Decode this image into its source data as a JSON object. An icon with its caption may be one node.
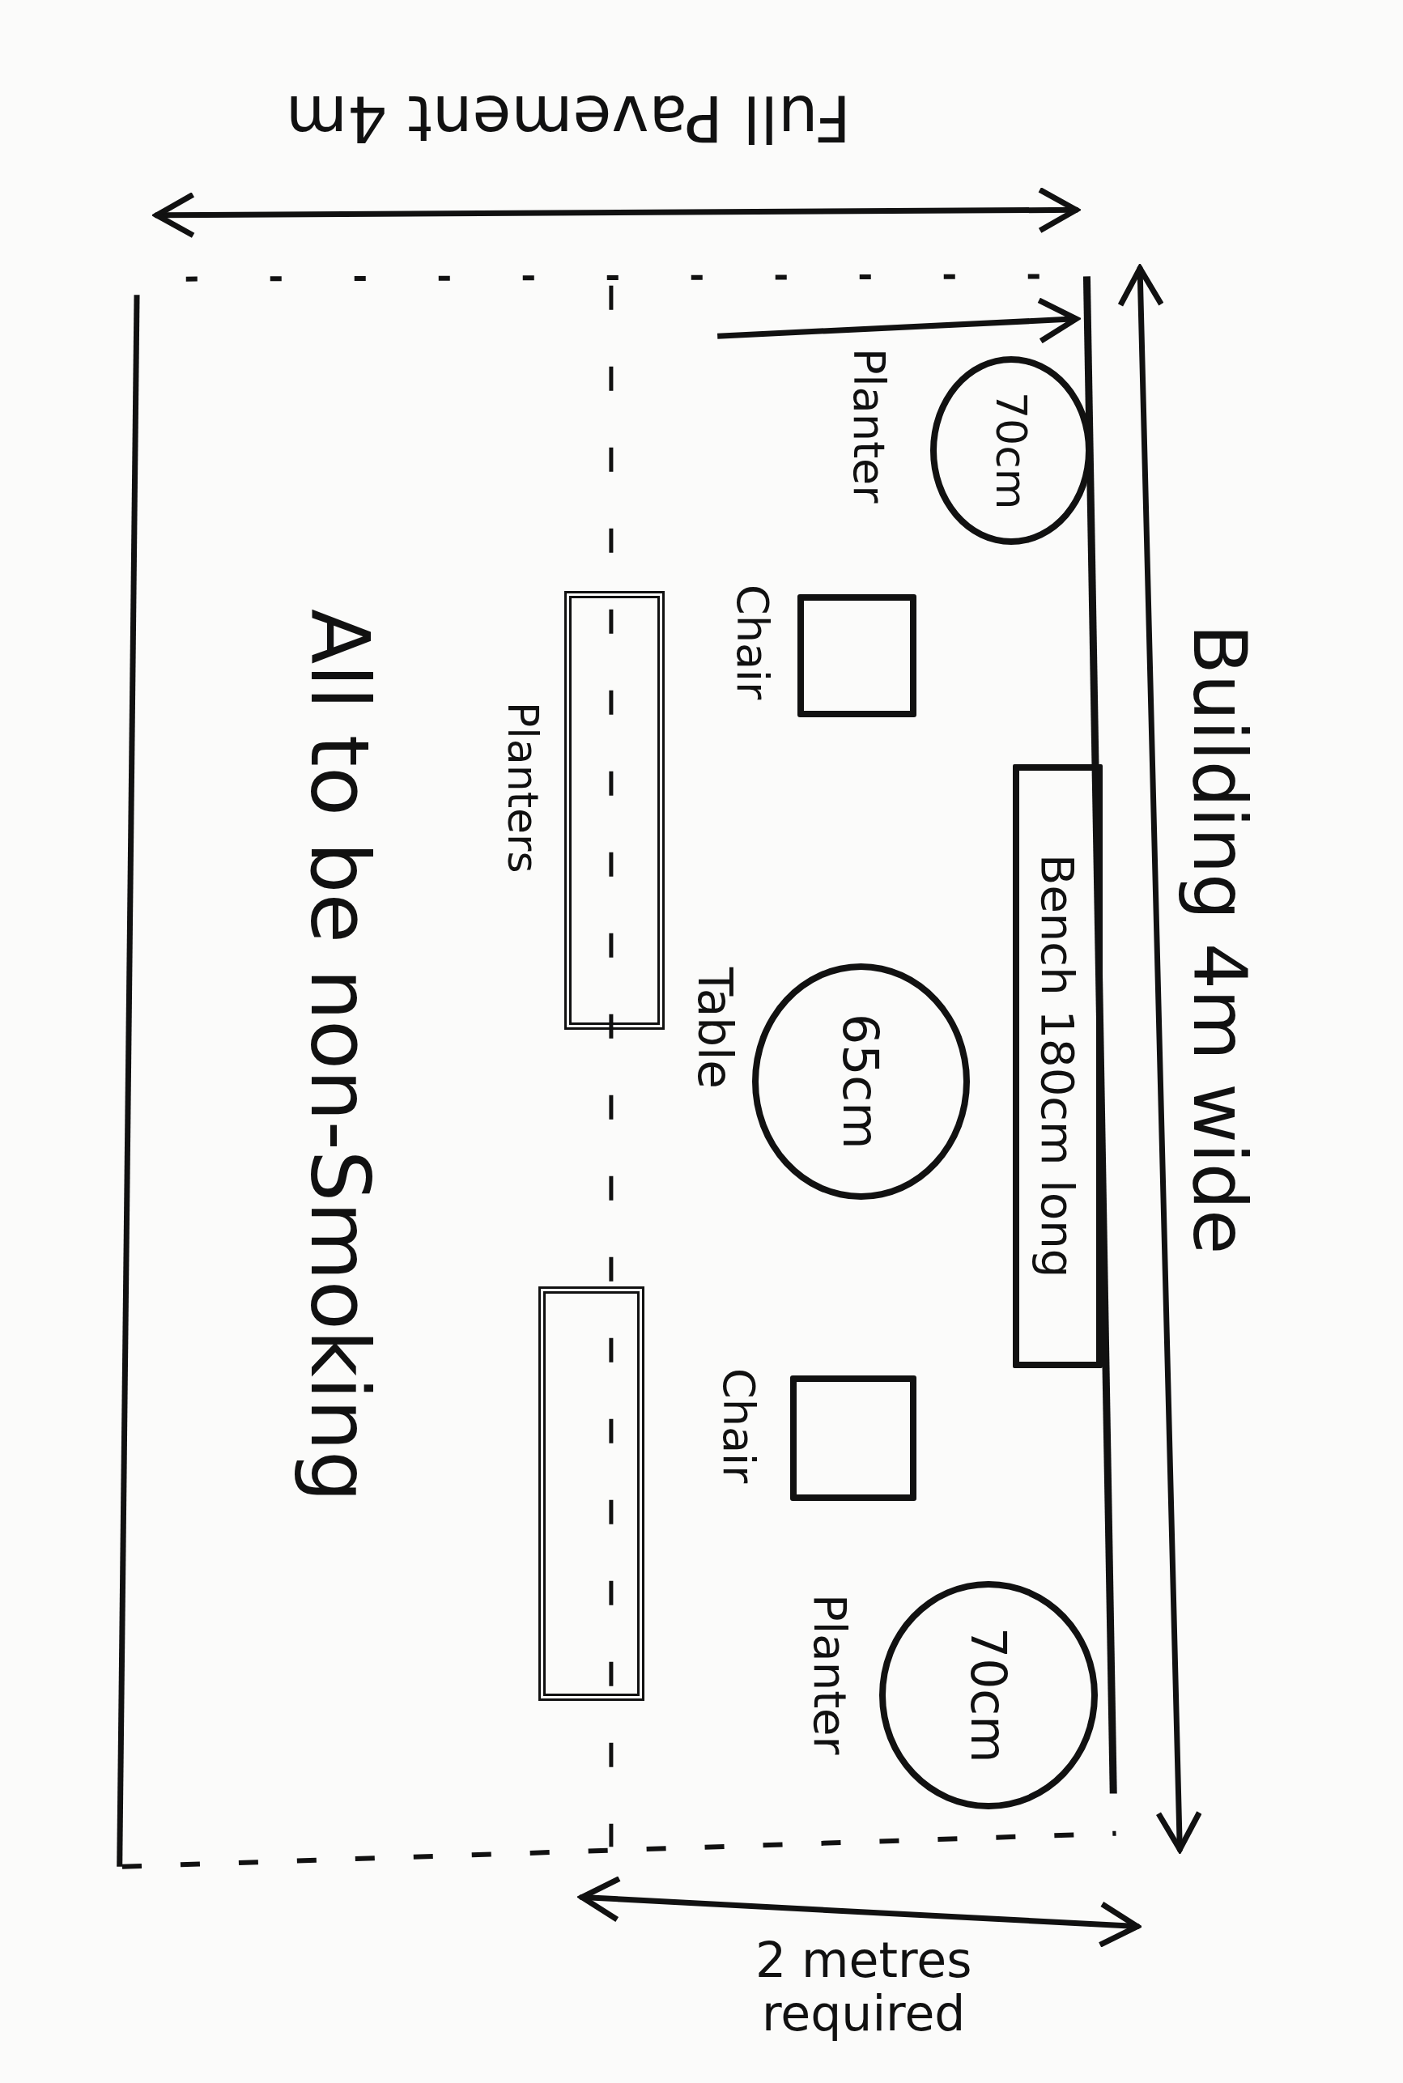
{
  "diagram": {
    "nodes": [
      {
        "text": [
          "70cm"
        ],
        "beside": [
          "Planter"
        ]
      },
      {
        "text": [],
        "shape": "box",
        "beside": [
          "Chair"
        ]
      },
      {
        "text": [],
        "shape": "bar",
        "beside": [
          "Planters"
        ]
      },
      {
        "text": [
          "Bench 180cm long"
        ]
      },
      {
        "text": [
          "65cm"
        ],
        "beside": [
          "Table"
        ]
      },
      {
        "text": [],
        "shape": "box",
        "beside": [
          "Chair"
        ]
      },
      {
        "text": [],
        "shape": "bar"
      },
      {
        "text": [
          "70cm"
        ],
        "beside": [
          "Planter"
        ]
      }
    ],
    "labels": [
      "Full Pavement 4m",
      "Building 4m wide",
      "All to be non-Smoking",
      "2 metres required"
    ]
  }
}
